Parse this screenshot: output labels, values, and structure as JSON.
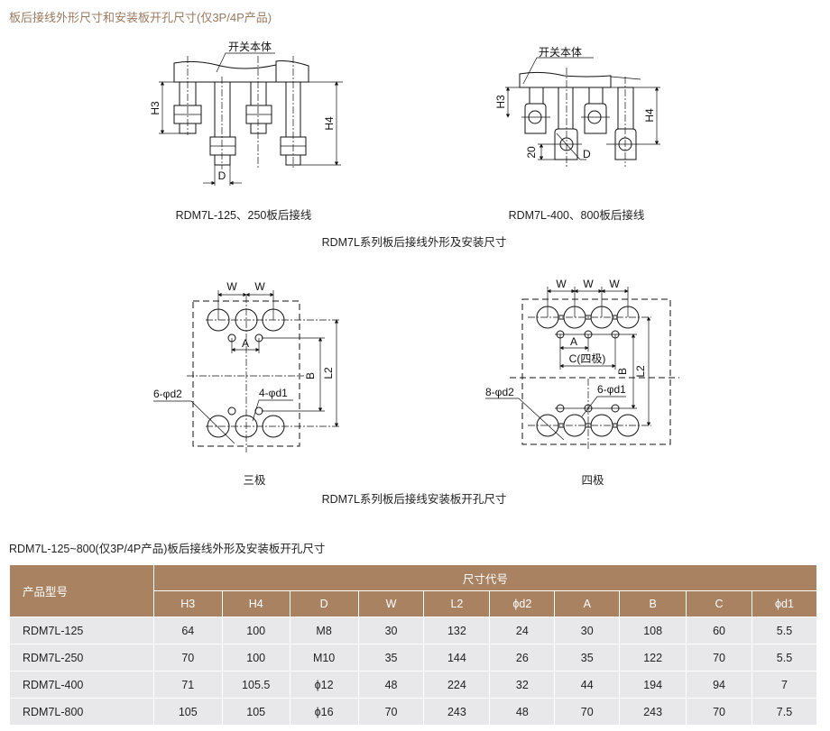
{
  "page_title": "板后接线外形尺寸和安装板开孔尺寸(仅3P/4P产品)",
  "diagrams": {
    "d1": {
      "body_label": "开关本体",
      "h3": "H3",
      "h4": "H4",
      "d": "D",
      "caption": "RDM7L-125、250板后接线"
    },
    "d2": {
      "body_label": "开关本体",
      "h3": "H3",
      "h4": "H4",
      "d": "D",
      "dim20": "20",
      "caption": "RDM7L-400、800板后接线"
    },
    "caption_outline": "RDM7L系列板后接线外形及安装尺寸",
    "d3": {
      "w": "W",
      "a": "A",
      "b": "B",
      "l2": "L2",
      "holes_big": "6-φd2",
      "holes_small": "4-φd1",
      "caption": "三极"
    },
    "d4": {
      "w": "W",
      "a": "A",
      "c": "C(四极)",
      "b": "B",
      "l2": "L2",
      "holes_big": "8-φd2",
      "holes_small": "6-φd1",
      "caption": "四极"
    },
    "caption_cutout": "RDM7L系列板后接线安装板开孔尺寸"
  },
  "table": {
    "title": "RDM7L-125~800(仅3P/4P产品)板后接线外形及安装板开孔尺寸",
    "model_header": "产品型号",
    "group_header": "尺寸代号",
    "columns": [
      "H3",
      "H4",
      "D",
      "W",
      "L2",
      "ϕd2",
      "A",
      "B",
      "C",
      "ϕd1"
    ],
    "rows": [
      {
        "model": "RDM7L-125",
        "values": [
          "64",
          "100",
          "M8",
          "30",
          "132",
          "24",
          "30",
          "108",
          "60",
          "5.5"
        ]
      },
      {
        "model": "RDM7L-250",
        "values": [
          "70",
          "100",
          "M10",
          "35",
          "144",
          "26",
          "35",
          "122",
          "70",
          "5.5"
        ]
      },
      {
        "model": "RDM7L-400",
        "values": [
          "71",
          "105.5",
          "ϕ12",
          "48",
          "224",
          "32",
          "44",
          "194",
          "94",
          "7"
        ]
      },
      {
        "model": "RDM7L-800",
        "values": [
          "105",
          "105",
          "ϕ16",
          "70",
          "243",
          "48",
          "70",
          "243",
          "70",
          "7.5"
        ]
      }
    ],
    "colors": {
      "header_bg": "#a98262",
      "row_bg": "#e8e8ea",
      "title": "#9a7a5e"
    }
  }
}
